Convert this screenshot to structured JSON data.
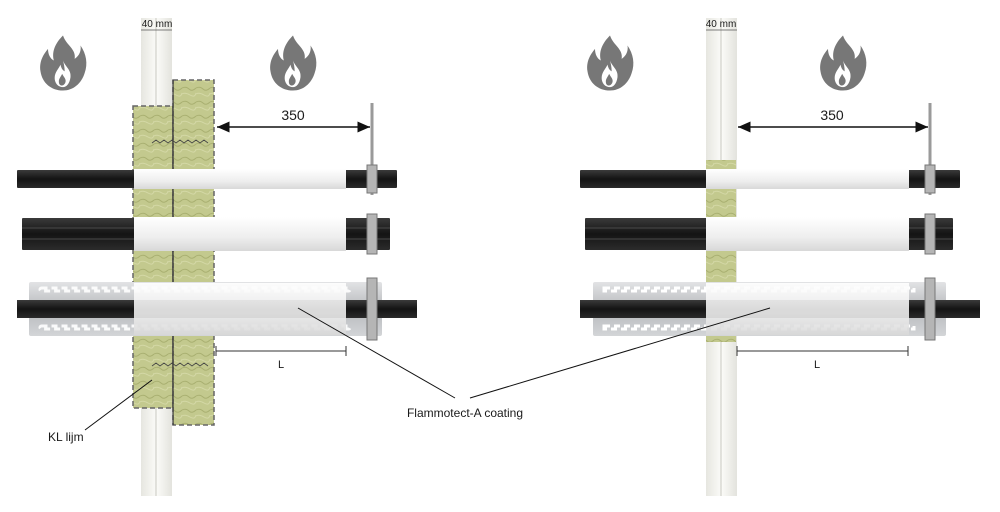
{
  "left": {
    "wall_thickness_label": "40 mm",
    "dimension_label": "350",
    "length_label": "L",
    "glue_label": "KL lijm"
  },
  "right": {
    "wall_thickness_label": "40 mm",
    "dimension_label": "350",
    "length_label": "L"
  },
  "coating_label": "Flammotect-A coating",
  "icons": [
    "fire-icon",
    "fire-icon",
    "fire-icon",
    "fire-icon"
  ],
  "colors": {
    "mineral_wool": "#c3c98e",
    "cable": "#1c1c1c",
    "coating": "#efefef",
    "tray": "#c9cbcd",
    "wall": "#f2f2ee",
    "fire": "#777777"
  }
}
